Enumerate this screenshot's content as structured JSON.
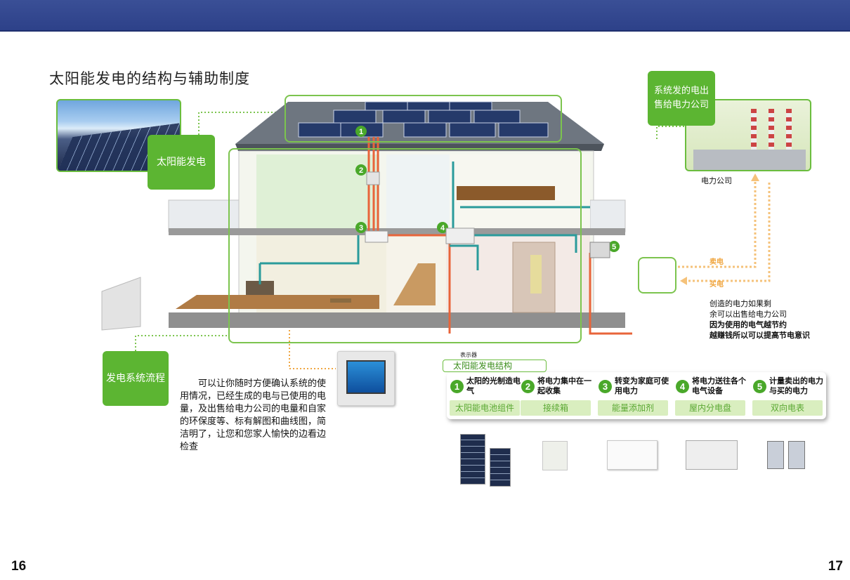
{
  "title": "太阳能发电的结构与辅助制度",
  "labels": {
    "solar": "太阳能发电",
    "company": "系统发的电出售给电力公司",
    "flow": "发电系统流程"
  },
  "plant_caption": "电力公司",
  "sell_label": "卖电",
  "buy_label": "买电",
  "right_note": {
    "line1": "创造的电力如果剩",
    "line2": "余可以出售给电力公司",
    "line3": "因为使用的电气越节约",
    "line4": "越赚钱所以可以提高节电意识"
  },
  "description": "可以让你随时方便确认系统的使用情况，已经生成的电与已使用的电量，及出售给电力公司的电量和自家的环保度等、标有解图和曲线图，简洁明了，让您和您家人愉快的边看边检查",
  "structure": {
    "small_label": "表示器",
    "header": "太阳能发电结构",
    "steps": [
      {
        "num": "1",
        "text": "太阳的光制造电气",
        "tag": "太阳能电池组件"
      },
      {
        "num": "2",
        "text": "将电力集中在一起收集",
        "tag": "接续箱"
      },
      {
        "num": "3",
        "text": "转变为家庭可使用电力",
        "tag": "能量添加剂"
      },
      {
        "num": "4",
        "text": "将电力送往各个电气设备",
        "tag": "屋内分电盘"
      },
      {
        "num": "5",
        "text": "计量卖出的电力与买的电力",
        "tag": "双向电表"
      }
    ]
  },
  "house_markers": [
    "1",
    "2",
    "3",
    "4",
    "5"
  ],
  "pages": {
    "left": "16",
    "right": "17"
  },
  "colors": {
    "band": "#2d4189",
    "green": "#5cb532",
    "orange": "#f0a640",
    "wire_red": "#e8643a",
    "wire_teal": "#2a9b9b"
  }
}
